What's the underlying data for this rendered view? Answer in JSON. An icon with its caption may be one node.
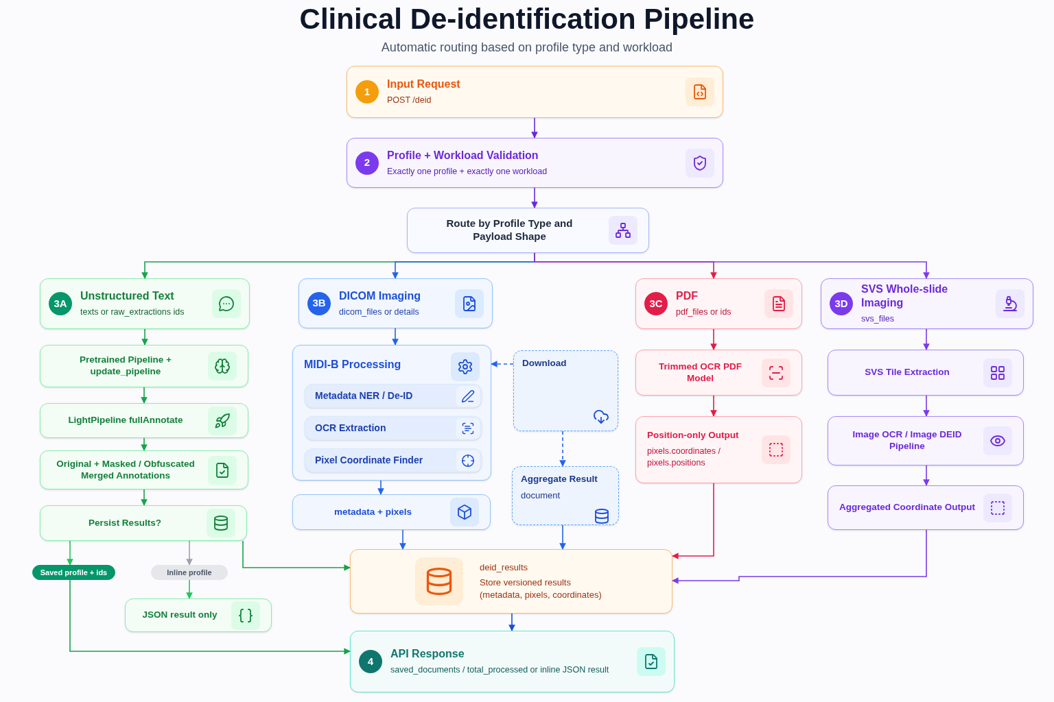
{
  "diagram": {
    "title": "Clinical De-identification Pipeline",
    "nodes": [
      {
        "text": [
          "1",
          "Input Request",
          "POST /deid"
        ]
      },
      {
        "text": [
          "2",
          "Profile + Workload Validation",
          "Exactly one profile + exactly one workload"
        ]
      },
      {
        "text": [
          "Route by Profile Type and Payload Shape"
        ]
      },
      {
        "text": [
          "3A",
          "Unstructured Text",
          "texts or raw_extractions ids"
        ]
      },
      {
        "text": [
          "3B",
          "DICOM Imaging",
          "dicom_files or details"
        ]
      },
      {
        "text": [
          "3C",
          "PDF",
          "pdf_files or ids"
        ]
      },
      {
        "text": [
          "3D",
          "SVS Whole-slide Imaging",
          "svs_files"
        ]
      },
      {
        "text": [
          "Pretrained Pipeline + update_pipeline"
        ]
      },
      {
        "text": [
          "LightPipeline fullAnnotate"
        ]
      },
      {
        "text": [
          "Original + Masked / Obfuscated Merged Annotations"
        ]
      },
      {
        "text": [
          "Persist Results?"
        ]
      },
      {
        "text": [
          "Saved profile + ids"
        ]
      },
      {
        "text": [
          "Inline profile"
        ]
      },
      {
        "text": [
          "JSON result only"
        ]
      },
      {
        "text": [
          "MIDI-B Processing"
        ]
      },
      {
        "text": [
          "Metadata NER / De-ID"
        ],
        "in": 14
      },
      {
        "text": [
          "OCR Extraction"
        ],
        "in": 14
      },
      {
        "text": [
          "Pixel Coordinate Finder"
        ],
        "in": 14
      },
      {
        "text": [
          "metadata + pixels"
        ]
      },
      {
        "text": [
          "Download"
        ]
      },
      {
        "text": [
          "Aggregate Result",
          "document"
        ]
      },
      {
        "text": [
          "Trimmed OCR PDF Model"
        ]
      },
      {
        "text": [
          "Position-only Output",
          "pixels.coordinates / pixels.positions"
        ]
      },
      {
        "text": [
          "SVS Tile Extraction"
        ]
      },
      {
        "text": [
          "Image OCR / Image DEID Pipeline"
        ]
      },
      {
        "text": [
          "Aggregated Coordinate Output"
        ]
      },
      {
        "text": [
          "deid_results",
          "Store versioned results (metadata, pixels, coordinates)"
        ]
      },
      {
        "text": [
          "4",
          "API Response",
          "saved_documents / total_processed or inline JSON result"
        ]
      }
    ],
    "edges": [
      {
        "from": 0,
        "to": 1,
        "arrow": "to",
        "color": "#6d28d9"
      },
      {
        "from": 1,
        "to": 2,
        "arrow": "to",
        "color": "#6d28d9"
      },
      {
        "from": 2,
        "to": 3,
        "arrow": "to",
        "color": "#16a34a"
      },
      {
        "from": 2,
        "to": 4,
        "arrow": "to",
        "color": "#2563eb"
      },
      {
        "from": 2,
        "to": 5,
        "arrow": "to",
        "color": "#e11d48"
      },
      {
        "from": 2,
        "to": 6,
        "arrow": "to",
        "color": "#7c3aed"
      },
      {
        "from": 3,
        "to": 7,
        "arrow": "to",
        "color": "#16a34a"
      },
      {
        "from": 7,
        "to": 8,
        "arrow": "to",
        "color": "#16a34a"
      },
      {
        "from": 8,
        "to": 9,
        "arrow": "to",
        "color": "#16a34a"
      },
      {
        "from": 9,
        "to": 10,
        "arrow": "to",
        "color": "#16a34a"
      },
      {
        "from": 10,
        "to": 11,
        "arrow": "to",
        "color": "#22c55e"
      },
      {
        "from": 10,
        "to": 12,
        "arrow": "to",
        "color": "#a1a1aa"
      },
      {
        "from": 12,
        "to": 13,
        "arrow": "to",
        "color": "#22c55e"
      },
      {
        "from": 10,
        "to": 26,
        "arrow": "to",
        "color": "#16a34a"
      },
      {
        "from": 11,
        "to": 27,
        "arrow": "to",
        "color": "#16a34a"
      },
      {
        "from": 4,
        "to": 14,
        "arrow": "to",
        "color": "#2563eb"
      },
      {
        "from": 19,
        "to": 14,
        "arrow": "to",
        "style": "dashed",
        "color": "#2563eb"
      },
      {
        "from": 19,
        "to": 20,
        "arrow": "to",
        "style": "dashed",
        "color": "#2563eb"
      },
      {
        "from": 14,
        "to": 18,
        "arrow": "to",
        "color": "#2563eb"
      },
      {
        "from": 18,
        "to": 26,
        "arrow": "to",
        "color": "#2563eb"
      },
      {
        "from": 20,
        "to": 26,
        "arrow": "to",
        "color": "#2563eb"
      },
      {
        "from": 5,
        "to": 21,
        "arrow": "to",
        "color": "#e11d48"
      },
      {
        "from": 21,
        "to": 22,
        "arrow": "to",
        "color": "#e11d48"
      },
      {
        "from": 22,
        "to": 26,
        "arrow": "to",
        "color": "#e11d48"
      },
      {
        "from": 6,
        "to": 23,
        "arrow": "to",
        "color": "#7c3aed"
      },
      {
        "from": 23,
        "to": 24,
        "arrow": "to",
        "color": "#7c3aed"
      },
      {
        "from": 24,
        "to": 25,
        "arrow": "to",
        "color": "#7c3aed"
      },
      {
        "from": 25,
        "to": 26,
        "arrow": "to",
        "color": "#7c3aed"
      },
      {
        "from": 26,
        "to": 27,
        "arrow": "to",
        "color": "#1d4ed8"
      }
    ],
    "labels": [
      "Automatic routing based on profile type and workload"
    ]
  }
}
